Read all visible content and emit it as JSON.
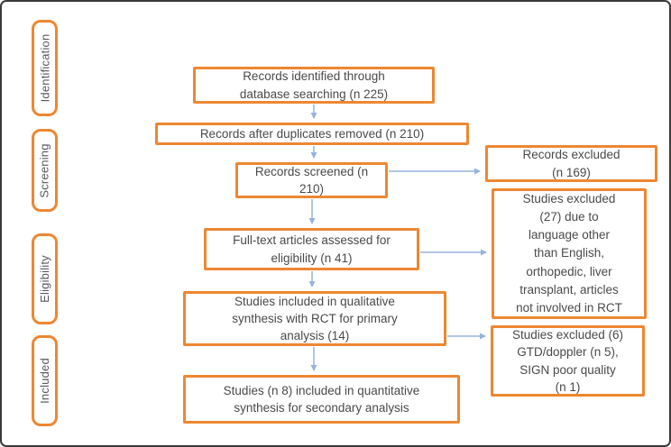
{
  "colors": {
    "box_border_orange": "#ED8733",
    "arrow_blue": "#95B3DC",
    "frame_border": "#3B3B3B",
    "box_text": "#4A4A4A",
    "stage_text": "#595959"
  },
  "sidebar": {
    "stages": [
      {
        "label": "Identification"
      },
      {
        "label": "Screening"
      },
      {
        "label": "Eligibility"
      },
      {
        "label": "Included"
      }
    ]
  },
  "boxes": {
    "identified": {
      "text": "Records identified through\ndatabase searching (n 225)"
    },
    "duplicates_removed": {
      "text": "Records after duplicates removed (n 210)"
    },
    "screened": {
      "text": "Records screened (n\n210)"
    },
    "fulltext": {
      "text": "Full-text articles assessed for\neligibility (n 41)"
    },
    "qualitative": {
      "text": "Studies included in qualitative\nsynthesis with RCT for primary\nanalysis (14)"
    },
    "quantitative": {
      "text": "Studies (n 8) included in quantitative\nsynthesis for secondary analysis"
    },
    "records_excluded": {
      "text": "Records excluded\n(n 169)"
    },
    "studies_excluded_27": {
      "text": "Studies excluded\n(27) due to\nlanguage other\nthan English,\northopedic, liver\ntransplant, articles\nnot involved in RCT"
    },
    "studies_excluded_6": {
      "text": "Studies excluded (6)\nGTD/doppler (n 5),\nSIGN poor quality\n(n 1)"
    }
  }
}
